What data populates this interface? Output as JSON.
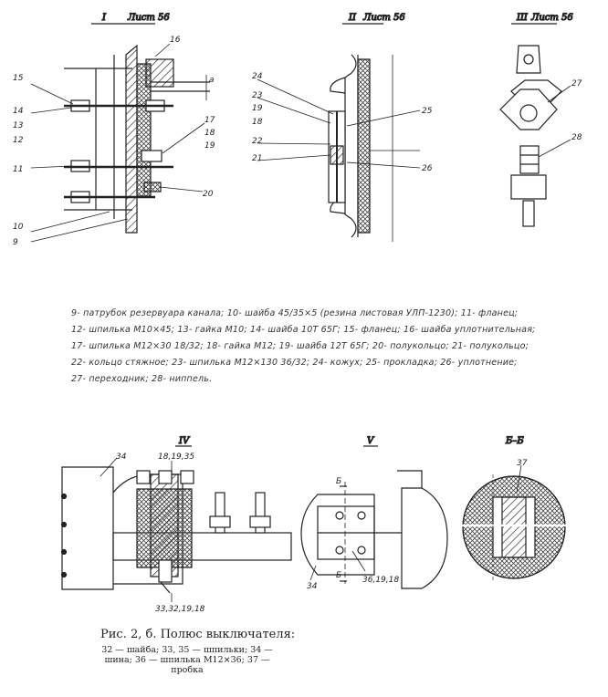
{
  "views": {
    "v1_title": "I",
    "v1_sub": "Лист 56",
    "v2_title": "II",
    "v2_sub": "Лист 56",
    "v3_title": "III",
    "v3_sub": "Лист 56",
    "v4_title": "IV",
    "v5_title": "V",
    "v6_title": "Б–Б"
  },
  "labels_top": {
    "n15": "15",
    "n14": "14",
    "n13": "13",
    "n12": "12",
    "n11": "11",
    "n10": "10",
    "n9": "9",
    "n16": "16",
    "n17": "17",
    "n18": "18",
    "n19": "19",
    "n20": "20",
    "n24": "24",
    "n23": "23",
    "n19b": "19",
    "n18b": "18",
    "n22": "22",
    "n21": "21",
    "n25": "25",
    "n26": "26",
    "n27": "27",
    "n28": "28",
    "a": "а"
  },
  "legend_lines": [
    "9- патрубок резервуара канала; 10- шайба 45/35×5 (резина листовая УЛП-1230); 11- фланец;",
    "12- шпилька М10×45; 13- гайка М10; 14- шайба 10Т 65Г; 15- фланец; 16- шайба уплотнительная;",
    "17- шпилька М12×30 18/32; 18- гайка М12; 19- шайба 12Т 65Г; 20- полукольцо; 21- полукольцо;",
    "22- кольцо стяжное; 23- шпилька М12×130 36/32; 24- кожух; 25- прокладка; 26- уплотнение;",
    "27- переходник; 28- ниппель."
  ],
  "labels_bottom": {
    "n34": "34",
    "n18_19_35": "18,19,35",
    "n33_32_19_18": "33,32,19,18",
    "n34b": "34",
    "n36_19_18": "36,19,18",
    "b_top": "Б",
    "b_bot": "Б",
    "n37": "37"
  },
  "caption": {
    "title": "Рис. 2, б. Полюс выключателя:",
    "text": "32 — шайба; 33, 35 — шпильки; 34 — шина; 36 — шпилька М12×36; 37 — пробка"
  }
}
